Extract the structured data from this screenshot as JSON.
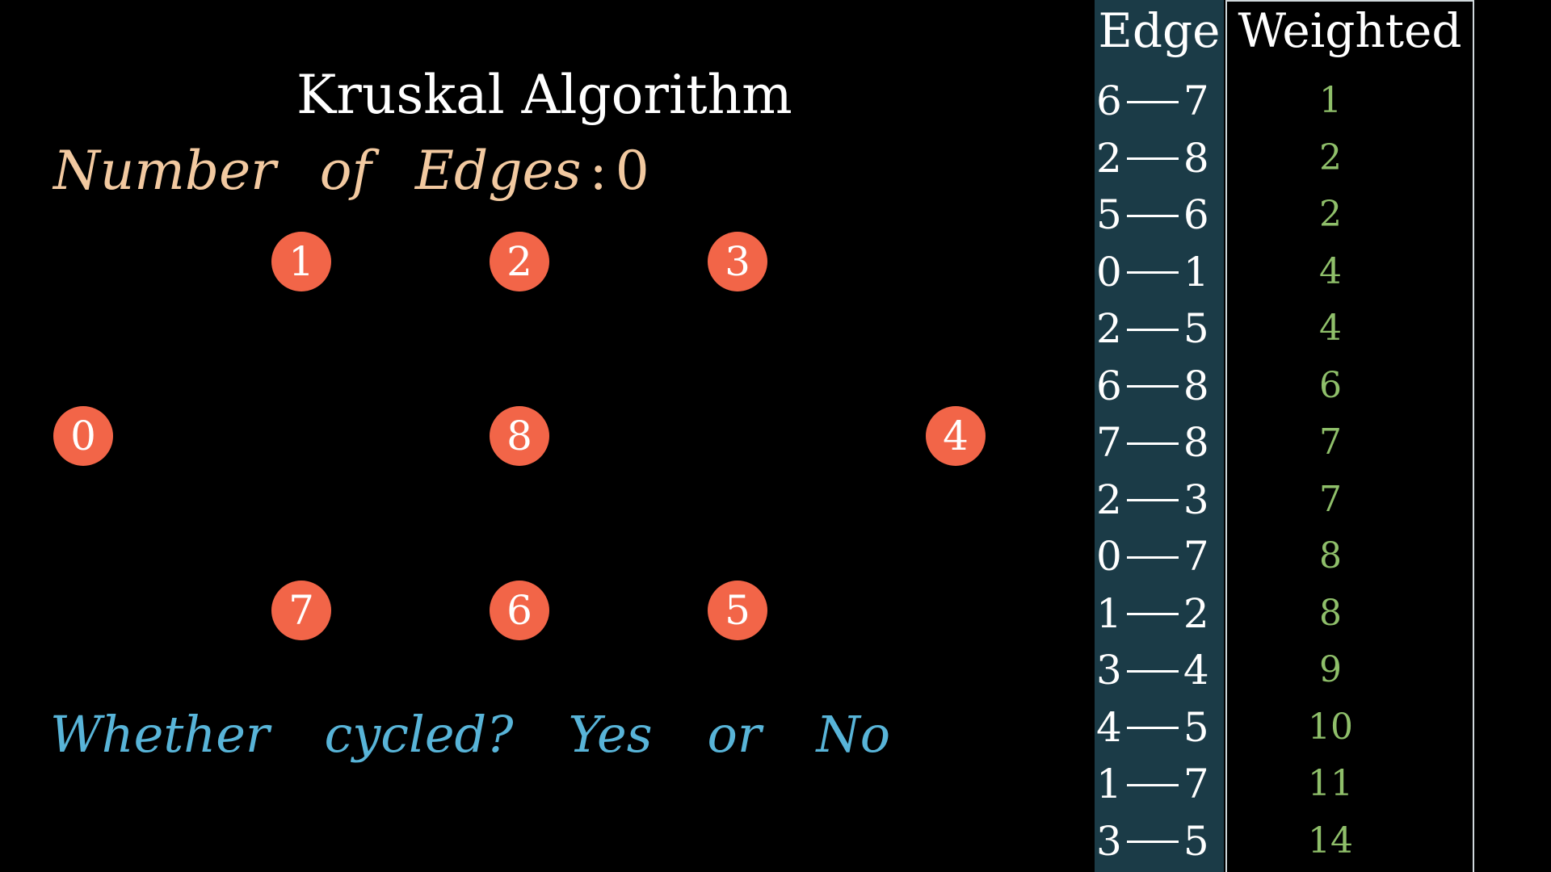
{
  "colors": {
    "background": "#000000",
    "title": "#ffffff",
    "edge_count_text": "#f2c9a0",
    "cycle_question_text": "#58b4d8",
    "node_fill": "#f26548",
    "table_panel": "#1b3b47",
    "weight_text": "#8fbf6a"
  },
  "title": "Kruskal Algorithm",
  "edge_count": {
    "words": [
      "Number",
      "of",
      "Edges"
    ],
    "value": "0"
  },
  "cycle_question": {
    "words": [
      "Whether",
      "cycled?",
      "Yes",
      "or",
      "No"
    ]
  },
  "nodes": [
    {
      "label": "0"
    },
    {
      "label": "1"
    },
    {
      "label": "2"
    },
    {
      "label": "3"
    },
    {
      "label": "4"
    },
    {
      "label": "5"
    },
    {
      "label": "6"
    },
    {
      "label": "7"
    },
    {
      "label": "8"
    }
  ],
  "table": {
    "headers": {
      "edge": "Edge",
      "weight": "Weighted"
    },
    "rows": [
      {
        "from": "6",
        "to": "7",
        "weight": "1"
      },
      {
        "from": "2",
        "to": "8",
        "weight": "2"
      },
      {
        "from": "5",
        "to": "6",
        "weight": "2"
      },
      {
        "from": "0",
        "to": "1",
        "weight": "4"
      },
      {
        "from": "2",
        "to": "5",
        "weight": "4"
      },
      {
        "from": "6",
        "to": "8",
        "weight": "6"
      },
      {
        "from": "7",
        "to": "8",
        "weight": "7"
      },
      {
        "from": "2",
        "to": "3",
        "weight": "7"
      },
      {
        "from": "0",
        "to": "7",
        "weight": "8"
      },
      {
        "from": "1",
        "to": "2",
        "weight": "8"
      },
      {
        "from": "3",
        "to": "4",
        "weight": "9"
      },
      {
        "from": "4",
        "to": "5",
        "weight": "10"
      },
      {
        "from": "1",
        "to": "7",
        "weight": "11"
      },
      {
        "from": "3",
        "to": "5",
        "weight": "14"
      }
    ]
  }
}
